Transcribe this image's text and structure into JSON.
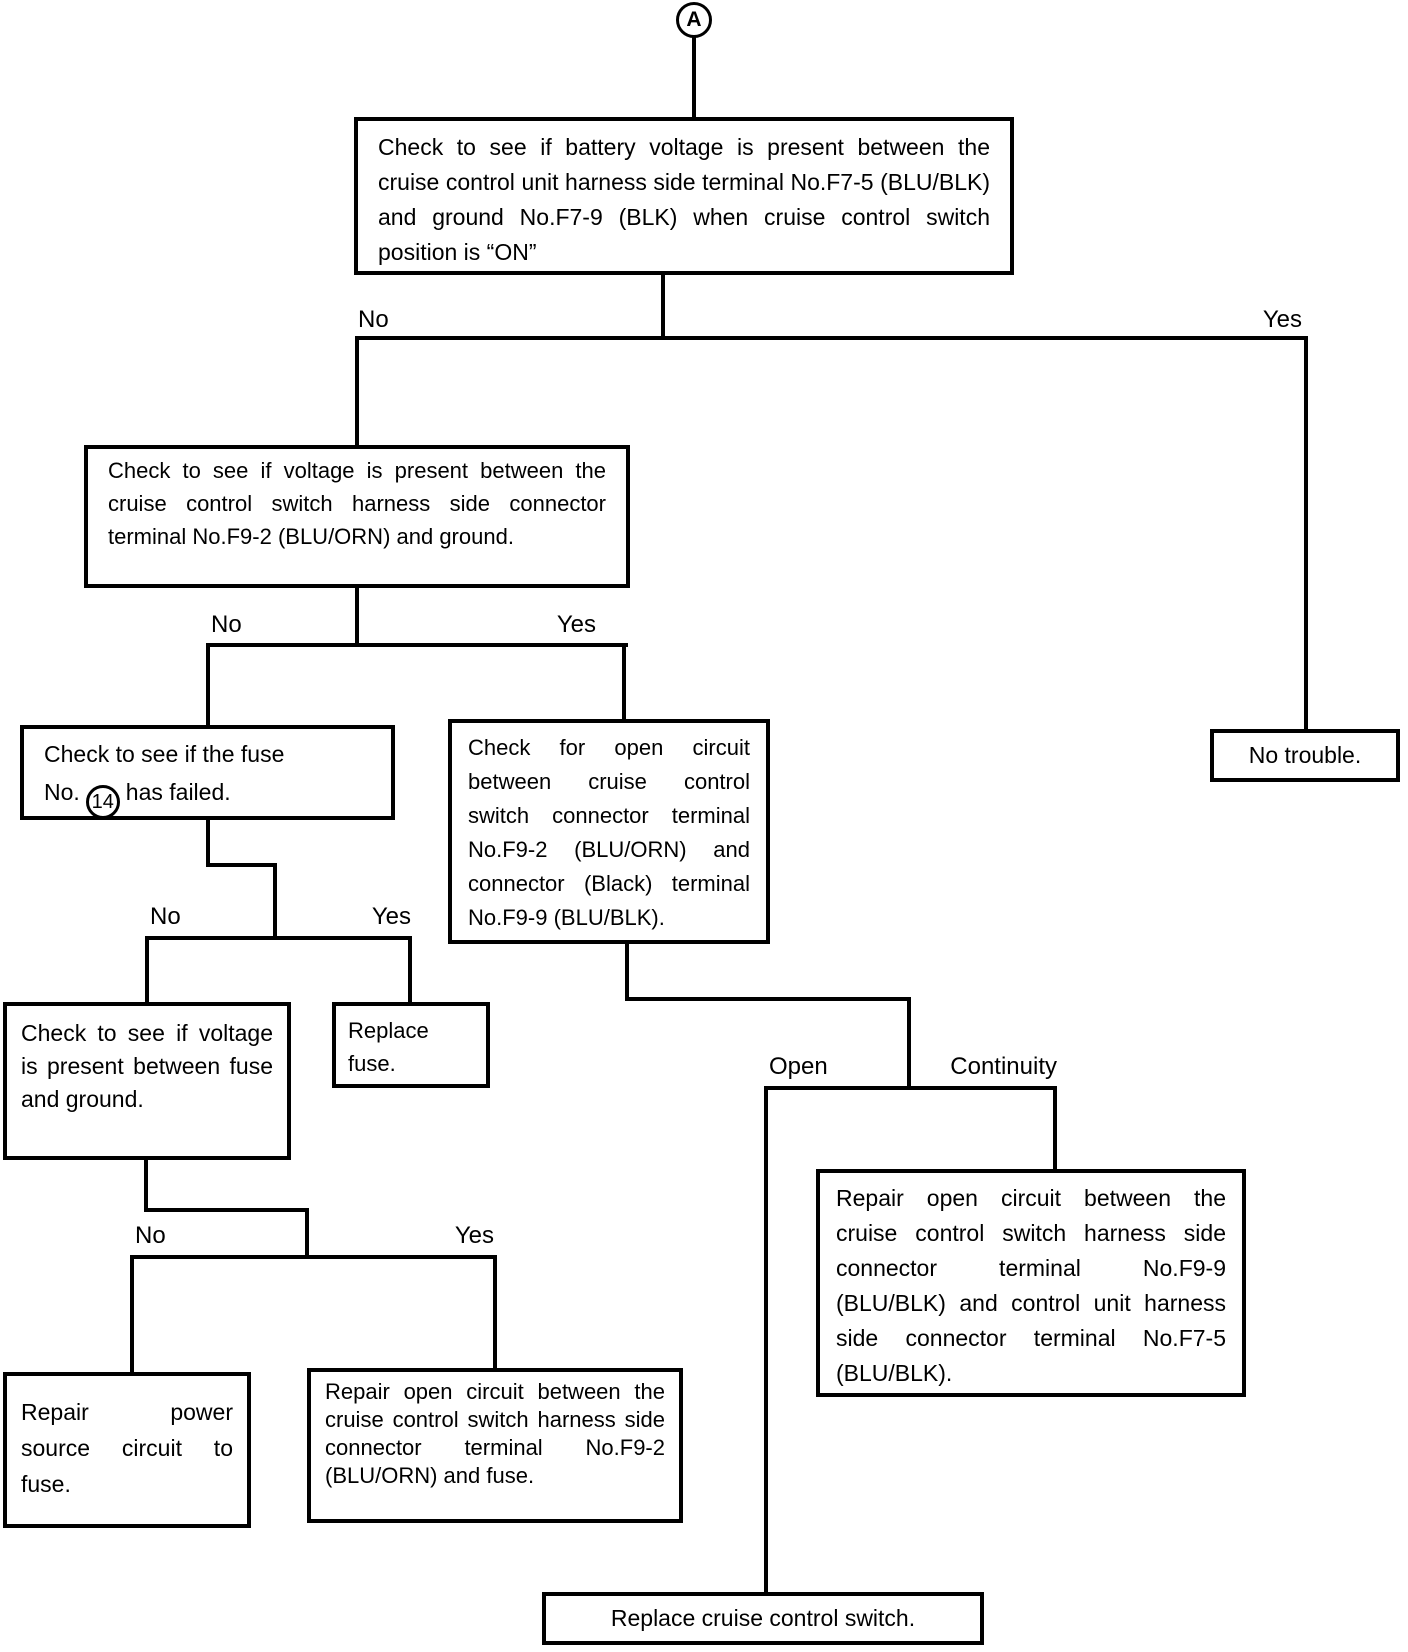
{
  "diagram": {
    "type": "troubleshooting-flowchart",
    "start_connector": "A",
    "boxes": {
      "check_battery_voltage": {
        "text": "Check to see if battery voltage is present between the cruise control unit harness side terminal No.F7-5 (BLU/BLK) and ground No.F7-9 (BLK) when cruise control switch position is “ON”"
      },
      "check_switch_voltage": {
        "text": "Check to see if voltage is present between the cruise control switch harness side connector terminal No.F9-2 (BLU/ORN) and ground."
      },
      "no_trouble": {
        "text": "No trouble."
      },
      "check_fuse": {
        "line1": "Check to see if the fuse",
        "line2_pre": "No.",
        "circled": "14",
        "line2_post": "has failed."
      },
      "check_open_circuit_switch": {
        "text": "Check for open circuit between cruise control switch connector terminal No.F9-2 (BLU/ORN) and connector (Black) terminal No.F9-9 (BLU/BLK)."
      },
      "check_fuse_voltage": {
        "text": "Check to see if voltage is present between fuse and ground."
      },
      "replace_fuse": {
        "text": "Replace fuse."
      },
      "repair_power_source": {
        "text": "Repair power source circuit to fuse."
      },
      "repair_open_circuit_fuse": {
        "text": "Repair open circuit between the cruise control switch harness side connector terminal No.F9-2 (BLU/ORN) and fuse."
      },
      "repair_open_circuit_unit": {
        "text": "Repair open circuit between the cruise control switch harness side connector terminal No.F9-9 (BLU/BLK) and control unit harness side connector terminal No.F7-5 (BLU/BLK)."
      },
      "replace_switch": {
        "text": "Replace cruise control switch."
      }
    },
    "edge_labels": {
      "battery_no": "No",
      "battery_yes": "Yes",
      "switch_no": "No",
      "switch_yes": "Yes",
      "fuse_no": "No",
      "fuse_yes": "Yes",
      "fuse_voltage_no": "No",
      "fuse_voltage_yes": "Yes",
      "open": "Open",
      "continuity": "Continuity"
    },
    "colors": {
      "line": "#000000",
      "background": "#ffffff",
      "text": "#000000"
    }
  }
}
